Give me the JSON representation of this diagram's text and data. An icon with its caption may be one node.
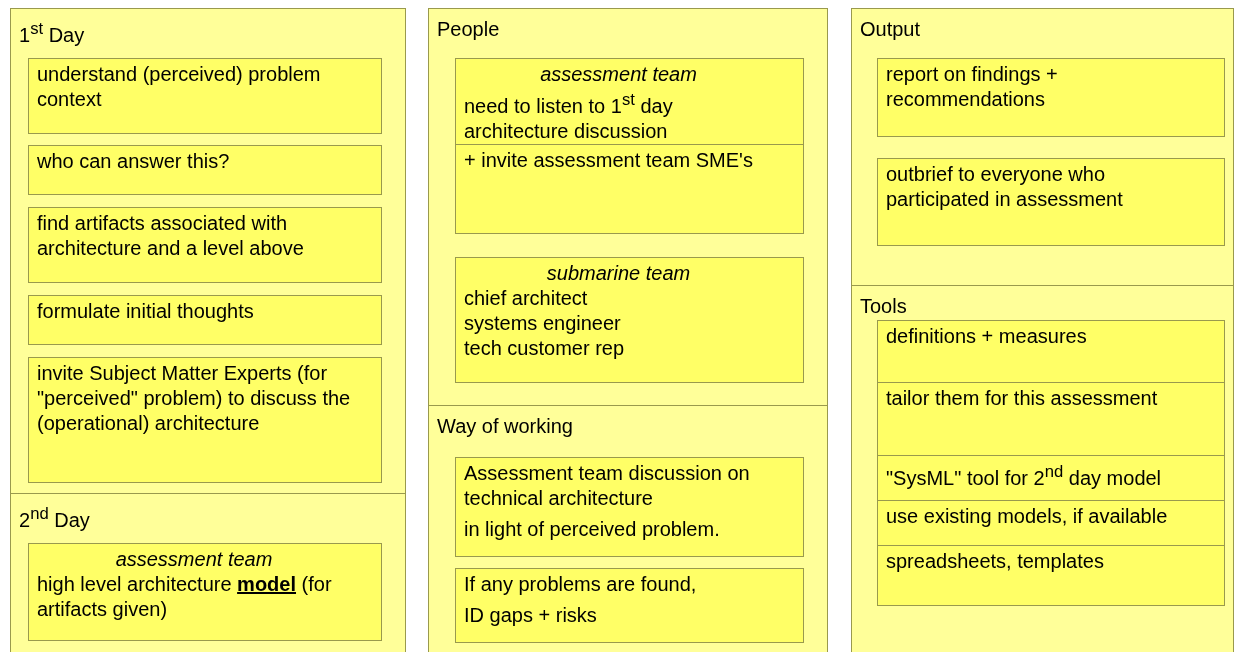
{
  "diagram": {
    "nodes": [
      {
        "text": [
          "1$^{st}$ Day"
        ]
      },
      {
        "text": [
          "understand (perceived) problem context"
        ],
        "in": 0
      },
      {
        "text": [
          "who can answer this?"
        ],
        "in": 0
      },
      {
        "text": [
          "find artifacts associated with architecture and a level above"
        ],
        "in": 0
      },
      {
        "text": [
          "formulate initial thoughts"
        ],
        "in": 0
      },
      {
        "text": [
          "invite Subject Matter Experts (for \"perceived\" problem) to discuss the (operational) architecture"
        ],
        "in": 0
      },
      {
        "text": [
          "2$^{nd}$ Day"
        ]
      },
      {
        "text": [
          "assessment team",
          "high level architecture **model** (for artifacts given)"
        ],
        "in": 6
      },
      {
        "text": [
          "People"
        ]
      },
      {
        "text": [
          "assessment team",
          "need to listen to 1$^{st}$ day architecture discussion",
          "+ invite assessment team SME's"
        ],
        "in": 8
      },
      {
        "text": [
          "submarine team",
          "chief architect",
          "systems engineer",
          "tech customer rep"
        ],
        "in": 8
      },
      {
        "text": [
          "Way of working"
        ]
      },
      {
        "text": [
          "Assessment team discussion on technical architecture",
          "in light of perceived problem."
        ],
        "in": 11
      },
      {
        "text": [
          "If any problems are found,",
          "ID gaps + risks"
        ],
        "in": 11
      },
      {
        "text": [
          "Output"
        ]
      },
      {
        "text": [
          "report on findings + recommendations"
        ],
        "in": 14
      },
      {
        "text": [
          "outbrief to everyone who participated in assessment"
        ],
        "in": 14
      },
      {
        "text": [
          "Tools"
        ]
      },
      {
        "text": [
          "definitions + measures"
        ],
        "in": 17
      },
      {
        "text": [
          "tailor them for this assessment"
        ],
        "in": 17
      },
      {
        "text": [
          "\"SysML\" tool for 2$^{nd}$ day model"
        ],
        "in": 17
      },
      {
        "text": [
          "use existing models, if available"
        ],
        "in": 17
      },
      {
        "text": [
          "spreadsheets, templates"
        ],
        "in": 17
      }
    ]
  }
}
